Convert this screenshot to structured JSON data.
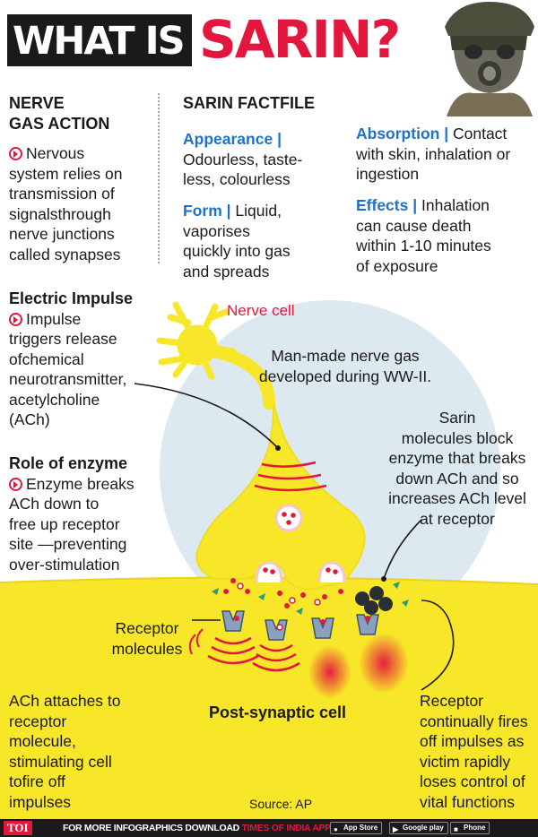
{
  "header": {
    "title_part1": "WHAT IS",
    "title_part2": "SARIN?"
  },
  "left_column": {
    "nerve_heading_line1": "NERVE",
    "nerve_heading_line2": "GAS ACTION",
    "nerve_text_lines": [
      "Nervous",
      "system relies on",
      "transmission of",
      "signalsthrough",
      "nerve junctions",
      "called synapses"
    ],
    "electric_heading": "Electric Impulse",
    "electric_text_lines": [
      "Impulse",
      "triggers release",
      "ofchemical",
      "neurotransmitter,",
      "acetylcholine",
      "(ACh)"
    ],
    "enzyme_heading": "Role of enzyme",
    "enzyme_text_lines": [
      "Enzyme breaks",
      "ACh down to",
      "free up receptor",
      "site —preventing",
      "over-stimulation"
    ]
  },
  "factfile": {
    "heading": "SARIN FACTFILE",
    "appearance_label": "Appearance",
    "appearance_lines": [
      "Odourless, taste-",
      "less, colourless"
    ],
    "form_label": "Form",
    "form_lines": [
      "Liquid,",
      "vaporises",
      "quickly into gas",
      "and spreads"
    ],
    "absorption_label": "Absorption",
    "absorption_lines": [
      "Contact",
      "with skin, inhalation or",
      "ingestion"
    ],
    "effects_label": "Effects",
    "effects_lines": [
      "Inhalation",
      "can cause death",
      "within 1-10 minutes",
      "of exposure"
    ],
    "separator": "|"
  },
  "diagram": {
    "nerve_cell_label": "Nerve cell",
    "manmade_lines": [
      "Man-made nerve gas",
      "developed during WW-II."
    ],
    "sarin_block_lines": [
      "Sarin",
      "molecules block",
      "enzyme that breaks",
      "down ACh and so",
      "increases ACh level",
      "at receptor"
    ],
    "receptor_label_lines": [
      "Receptor",
      "molecules"
    ],
    "ach_attaches_lines": [
      "ACh attaches to",
      "receptor",
      "molecule,",
      "stimulating cell",
      "tofire off",
      "impulses"
    ],
    "postsynaptic_label": "Post-synaptic cell",
    "receptor_fires_lines": [
      "Receptor",
      "continually fires",
      "off impulses as",
      "victim rapidly",
      "loses control of",
      "vital functions"
    ],
    "source": "Source: AP"
  },
  "footer": {
    "logo": "TOI",
    "text": "FOR MORE  INFOGRAPHICS DOWNLOAD",
    "brand": "TIMES OF INDIA  APP",
    "app_store": "App Store",
    "google_play": "Google play",
    "windows_phone": "Phone"
  },
  "colors": {
    "accent_red": "#e3173e",
    "accent_blue": "#1e73c7",
    "cell_yellow": "#f8e628",
    "cloud_blue": "#dde9f0"
  }
}
